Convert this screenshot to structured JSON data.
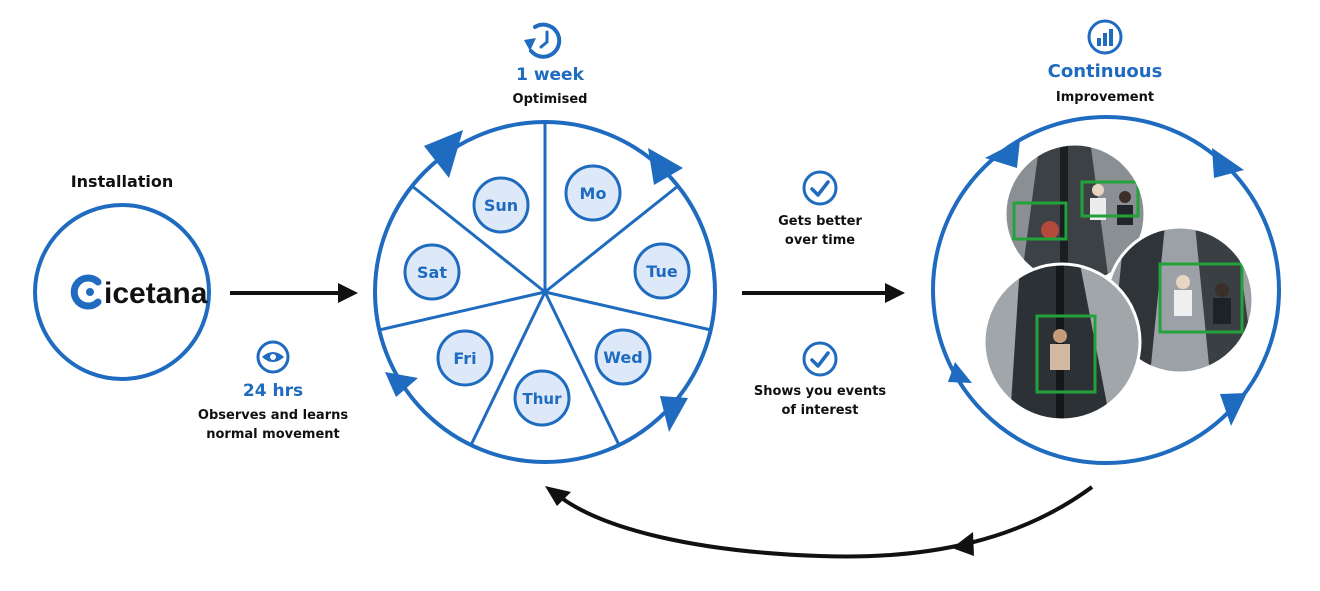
{
  "colors": {
    "accent": "#1f6bbf",
    "day_fill": "#dde9f8",
    "box": "#22a33a",
    "arrow": "#111111"
  },
  "installation": {
    "title": "Installation",
    "logo_text": "icetana"
  },
  "learning": {
    "value": "24 hrs",
    "description_line1": "Observes and learns",
    "description_line2": "normal movement",
    "icon": "eye-icon"
  },
  "optimised": {
    "value": "1 week",
    "label": "Optimised",
    "icon": "clock-icon"
  },
  "days": [
    "Sun",
    "Mo",
    "Tue",
    "Wed",
    "Thur",
    "Fri",
    "Sat"
  ],
  "benefits": [
    {
      "line1": "Gets better",
      "line2": "over time",
      "icon": "check-icon"
    },
    {
      "line1": "Shows you events",
      "line2": "of interest",
      "icon": "check-icon"
    }
  ],
  "improvement": {
    "value": "Continuous",
    "label": "Improvement",
    "icon": "bar-chart-icon"
  }
}
